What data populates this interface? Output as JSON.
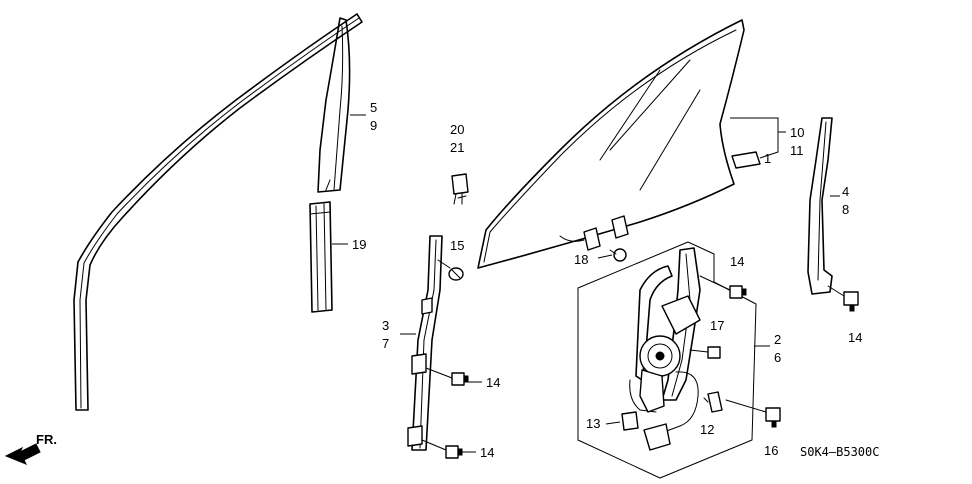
{
  "diagram": {
    "callouts": {
      "c5": "5",
      "c9": "9",
      "c19": "19",
      "c20": "20",
      "c21": "21",
      "c15": "15",
      "c3": "3",
      "c7": "7",
      "c14a": "14",
      "c14b": "14",
      "c18": "18",
      "c14c": "14",
      "c17": "17",
      "c2": "2",
      "c6": "6",
      "c13": "13",
      "c12": "12",
      "c16": "16",
      "c10": "10",
      "c11": "11",
      "c1": "1",
      "c4": "4",
      "c8": "8",
      "c14d": "14"
    },
    "direction_label": "FR.",
    "part_code": "S0K4–B5300C"
  }
}
